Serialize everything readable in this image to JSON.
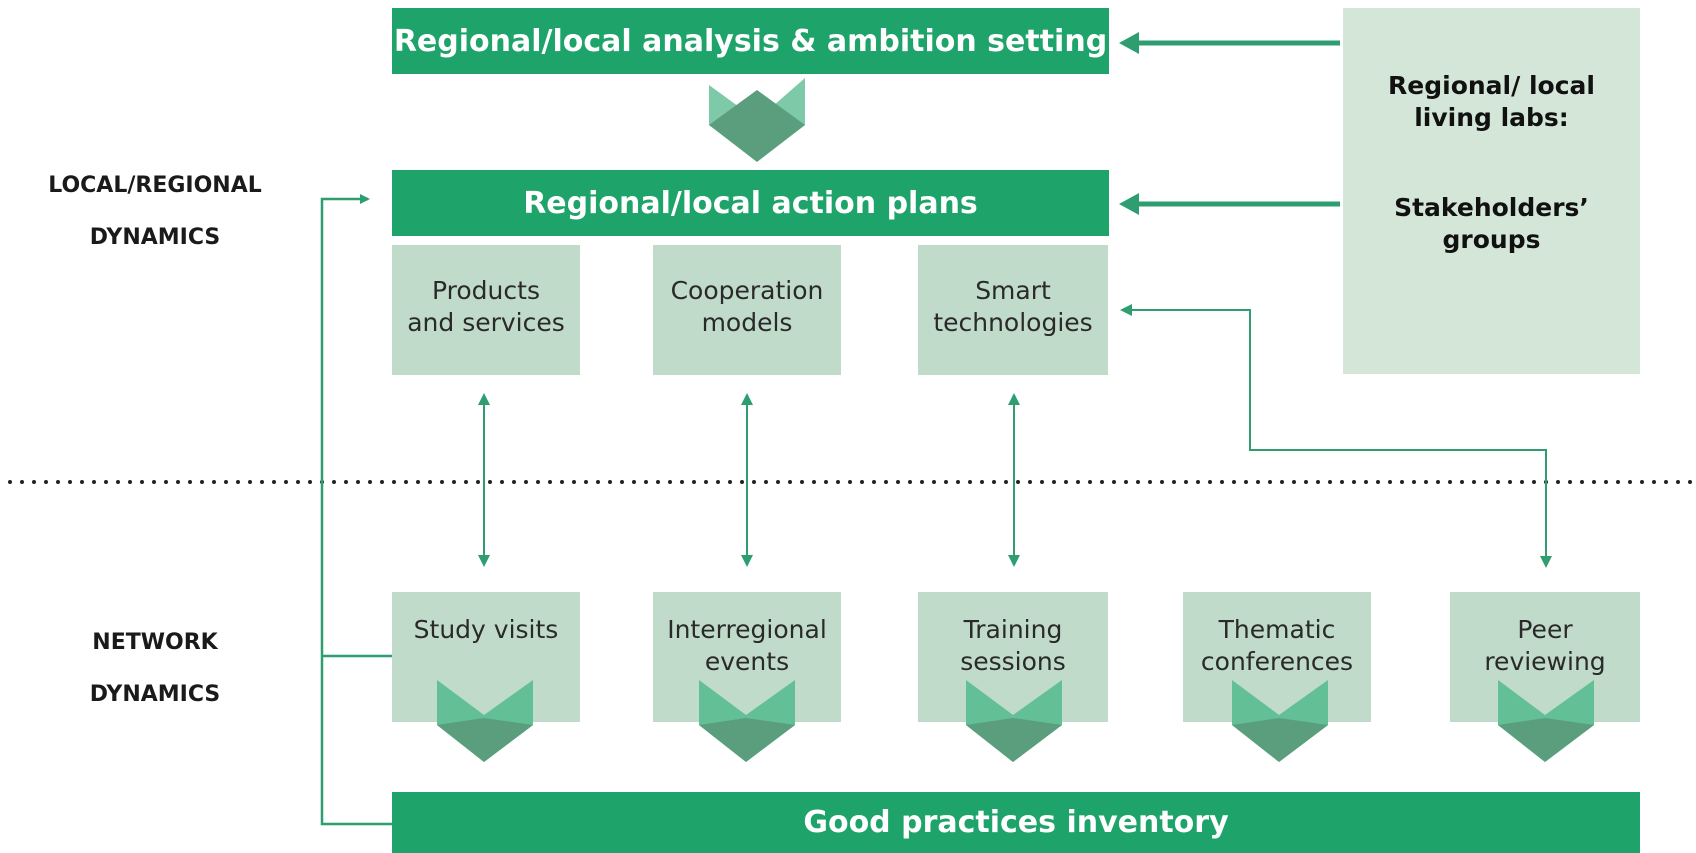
{
  "top_bar": "Regional/local analysis & ambition setting",
  "action_plans_bar": "Regional/local action plans",
  "bottom_bar": "Good practices inventory",
  "local_boxes": [
    [
      "Products",
      "and services"
    ],
    [
      "Cooperation",
      "models"
    ],
    [
      "Smart",
      "technologies"
    ]
  ],
  "network_boxes": [
    [
      "Study visits"
    ],
    [
      "Interregional",
      "events"
    ],
    [
      "Training",
      "sessions"
    ],
    [
      "Thematic",
      "conferences"
    ],
    [
      "Peer",
      "reviewing"
    ]
  ],
  "living_labs": {
    "line1": "Regional/ local",
    "line2": "living labs:",
    "line3": "Stakeholders’",
    "line4": "groups"
  },
  "side_labels": {
    "local_1": "LOCAL/REGIONAL",
    "local_2": "DYNAMICS",
    "network_1": "NETWORK",
    "network_2": "DYNAMICS"
  },
  "colors": {
    "primary_green": "#1ea36b",
    "light_green": "#c0dbc9",
    "pale_green": "#d3e6d8",
    "arrow_green": "#2e9e70"
  }
}
